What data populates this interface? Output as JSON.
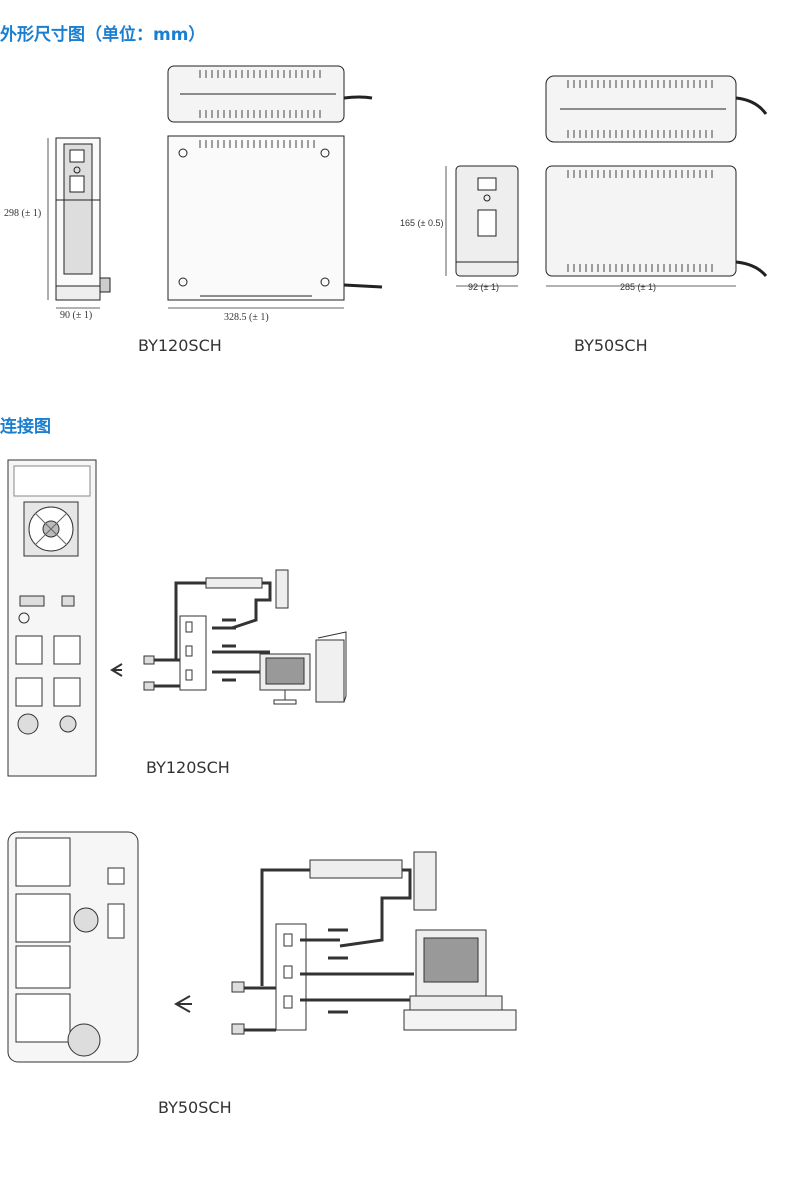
{
  "sections": {
    "dimensions_title": "外形尺寸图（单位：mm）",
    "connection_title": "连接图"
  },
  "dimension_drawings": {
    "by120": {
      "model": "BY120SCH",
      "height_label": "298 (± 1)",
      "depth_label": "328.5 (± 1)",
      "width_label": "90 (± 1)"
    },
    "by50": {
      "model": "BY50SCH",
      "height_label": "165 (± 0.5)",
      "width_label": "92 (± 1)",
      "depth_label": "285 (± 1)"
    }
  },
  "connection_diagrams": {
    "by120": {
      "model": "BY120SCH"
    },
    "by50": {
      "model": "BY50SCH"
    }
  },
  "colors": {
    "accent": "#1a7fd0"
  }
}
